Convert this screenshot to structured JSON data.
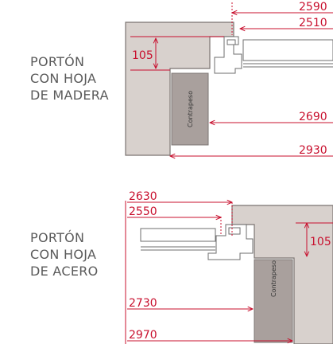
{
  "colors": {
    "wall": "#d8d1cd",
    "wall_stroke": "#7b7472",
    "counterweight": "#a9a09d",
    "dimension": "#c8102e",
    "label_text": "#5a5a5a"
  },
  "wood_gate": {
    "label_lines": [
      "PORTÓN",
      "CON HOJA",
      "DE MADERA"
    ],
    "counterweight_label": "Contrapeso",
    "dims": {
      "top_outer": "2590",
      "top_inner": "2510",
      "height": "105",
      "counterweight": "2690",
      "bottom": "2930"
    }
  },
  "steel_gate": {
    "label_lines": [
      "PORTÓN",
      "CON HOJA",
      "DE ACERO"
    ],
    "counterweight_label": "Contrapeso",
    "dims": {
      "top_outer": "2630",
      "top_inner": "2550",
      "height": "105",
      "counterweight": "2730",
      "bottom": "2970"
    }
  }
}
